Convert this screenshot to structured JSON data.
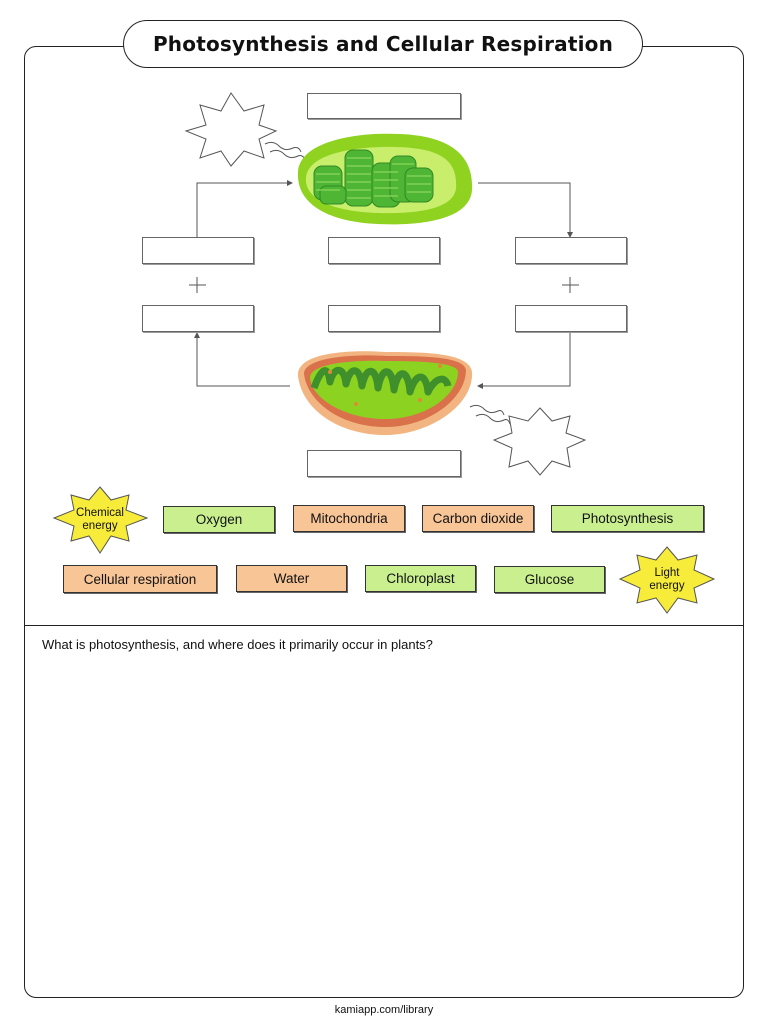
{
  "title": "Photosynthesis and Cellular Respiration",
  "energy_labels": {
    "chemical": "Chemical energy",
    "light": "Light energy"
  },
  "word_bank_row1": [
    {
      "label": "Oxygen",
      "color": "green"
    },
    {
      "label": "Mitochondria",
      "color": "orange"
    },
    {
      "label": "Carbon dioxide",
      "color": "orange"
    },
    {
      "label": "Photosynthesis",
      "color": "green"
    }
  ],
  "word_bank_row2": [
    {
      "label": "Cellular respiration",
      "color": "orange"
    },
    {
      "label": "Water",
      "color": "orange"
    },
    {
      "label": "Chloroplast",
      "color": "green"
    },
    {
      "label": "Glucose",
      "color": "green"
    }
  ],
  "colors": {
    "green_chip": "#c9ef8f",
    "orange_chip": "#f8c596",
    "star_yellow": "#f7ec3a"
  },
  "question": "What is photosynthesis, and where does it primarily occur in plants?",
  "footer": "kamiapp.com/library"
}
